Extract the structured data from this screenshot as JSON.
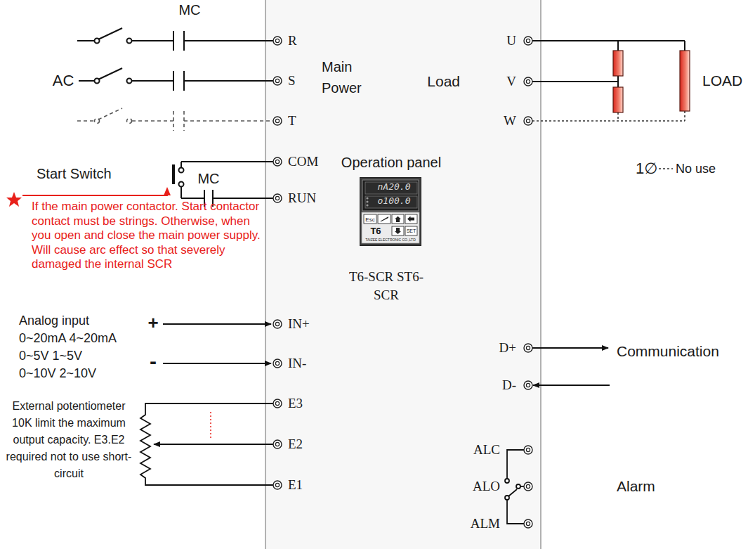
{
  "diagram": {
    "nodes": [
      {
        "text": [
          "T6-SCR ST6-SCR"
        ]
      },
      {
        "text": [
          "Operation panel",
          "nA20.0",
          "o100.0",
          "Esc",
          "T6",
          "SET",
          "TAIZEE ELECTRONIC CO.,LTD"
        ],
        "in": 0
      }
    ],
    "labels": [
      "MC",
      "AC",
      "R",
      "S",
      "T",
      "Main Power",
      "COM",
      "RUN",
      "Start Switch",
      "MC",
      "If the main power contactor. Start contactor contact must be strings. Otherwise, when you open and close the main power supply. Will cause arc effect so that severely damaged the internal SCR",
      "Analog input",
      "0~20mA 4~20mA",
      "0~5V 1~5V",
      "0~10V 2~10V",
      "+",
      "-",
      "IN+",
      "IN-",
      "E3",
      "E2",
      "E1",
      "External potentiometer 10K limit the maximum output capacity. E3.E2 required not to use short-circuit",
      "U",
      "V",
      "W",
      "Load",
      "LOAD",
      "1∅",
      "No use",
      "D+",
      "D-",
      "Communication",
      "ALC",
      "ALO",
      "ALM",
      "Alarm"
    ]
  }
}
